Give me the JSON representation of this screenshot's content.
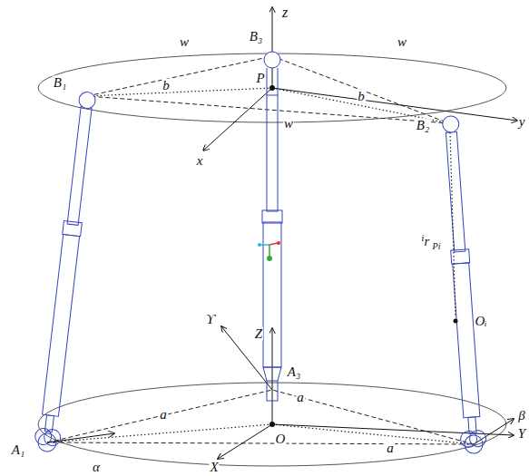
{
  "diagram": {
    "labels": [
      "z",
      "B₃",
      "w",
      "w",
      "B₁",
      "b",
      "P",
      "b",
      "y",
      "x",
      "w",
      "B₂",
      "ⁱr",
      "Pi",
      "Oᵢ",
      "Z",
      "ϒ",
      "A₃",
      "a",
      "a",
      "a",
      "O",
      "A₁",
      "α",
      "β",
      "Y",
      "X"
    ]
  }
}
